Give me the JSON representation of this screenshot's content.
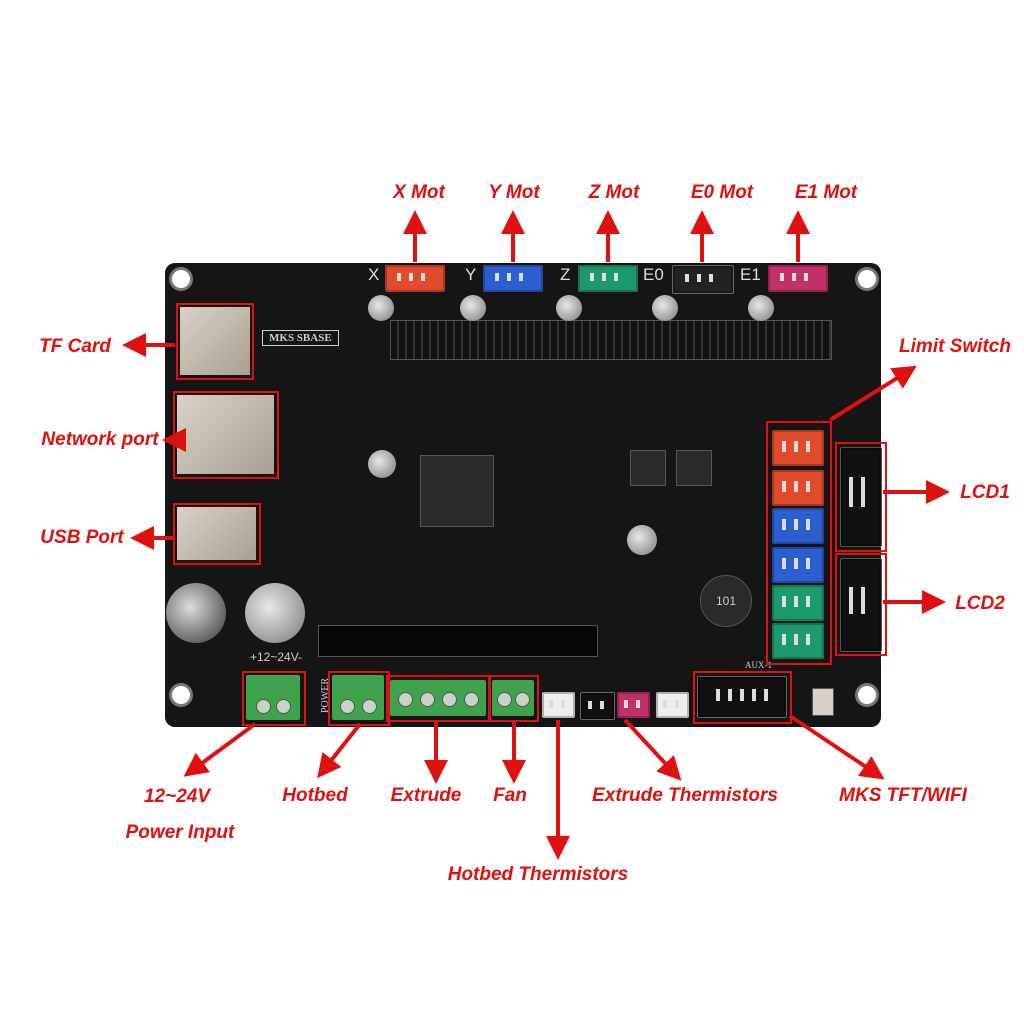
{
  "labels": {
    "x_mot": "X Mot",
    "y_mot": "Y Mot",
    "z_mot": "Z Mot",
    "e0_mot": "E0 Mot",
    "e1_mot": "E1 Mot",
    "tf_card": "TF Card",
    "network_port": "Network port",
    "usb_port": "USB Port",
    "limit_switch": "Limit Switch",
    "lcd1": "LCD1",
    "lcd2": "LCD2",
    "power_voltage": "12~24V",
    "power_input": "Power Input",
    "hotbed": "Hotbed",
    "extrude": "Extrude",
    "fan": "Fan",
    "extrude_thermistors": "Extrude Thermistors",
    "mks_tft_wifi": "MKS TFT/WIFI",
    "hotbed_thermistors": "Hotbed Thermistors"
  },
  "board": {
    "name": "MKS SBASE",
    "axis_x": "X",
    "axis_y": "Y",
    "axis_z": "Z",
    "axis_e0": "E0",
    "axis_e1": "E1",
    "power_silk": "+12~24V-",
    "power_side": "POWER",
    "aux": "AUX-1",
    "inductor": "101"
  },
  "colors": {
    "accent": "#e01010",
    "board": "#151515"
  }
}
